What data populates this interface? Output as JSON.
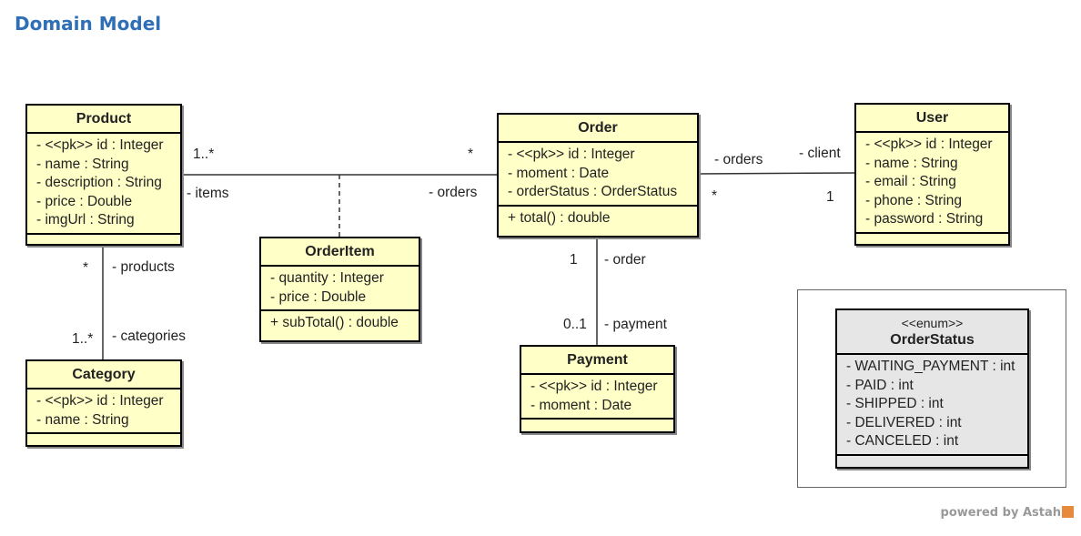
{
  "title": "Domain Model",
  "classes": {
    "product": {
      "name": "Product",
      "attributes": [
        "- <<pk>> id : Integer",
        "- name : String",
        "- description : String",
        "- price : Double",
        "- imgUrl : String"
      ]
    },
    "category": {
      "name": "Category",
      "attributes": [
        "- <<pk>> id : Integer",
        "- name : String"
      ]
    },
    "order_item": {
      "name": "OrderItem",
      "attributes": [
        "- quantity : Integer",
        "- price : Double"
      ],
      "operations": [
        "+ subTotal() : double"
      ]
    },
    "order": {
      "name": "Order",
      "attributes": [
        "- <<pk>> id : Integer",
        "- moment : Date",
        "- orderStatus : OrderStatus"
      ],
      "operations": [
        "+ total() : double"
      ]
    },
    "user": {
      "name": "User",
      "attributes": [
        "- <<pk>> id : Integer",
        "- name : String",
        "- email : String",
        "- phone : String",
        "- password : String"
      ]
    },
    "payment": {
      "name": "Payment",
      "attributes": [
        "- <<pk>> id : Integer",
        "- moment : Date"
      ]
    },
    "order_status": {
      "stereotype": "<<enum>>",
      "name": "OrderStatus",
      "literals": [
        "- WAITING_PAYMENT : int",
        "- PAID : int",
        "- SHIPPED : int",
        "- DELIVERED : int",
        "- CANCELED : int"
      ]
    }
  },
  "associations": {
    "product_order": {
      "mult_product": "1..*",
      "role_items": "- items",
      "mult_order": "*",
      "role_orders": "- orders"
    },
    "product_category": {
      "mult_product": "*",
      "role_products": "- products",
      "mult_category": "1..*",
      "role_categories": "- categories"
    },
    "order_user": {
      "role_orders": "- orders",
      "mult_order": "*",
      "role_client": "- client",
      "mult_user": "1"
    },
    "order_payment": {
      "mult_order": "1",
      "role_order": "- order",
      "mult_payment": "0..1",
      "role_payment": "- payment"
    }
  },
  "footer": {
    "powered_by": "powered by Astah"
  }
}
